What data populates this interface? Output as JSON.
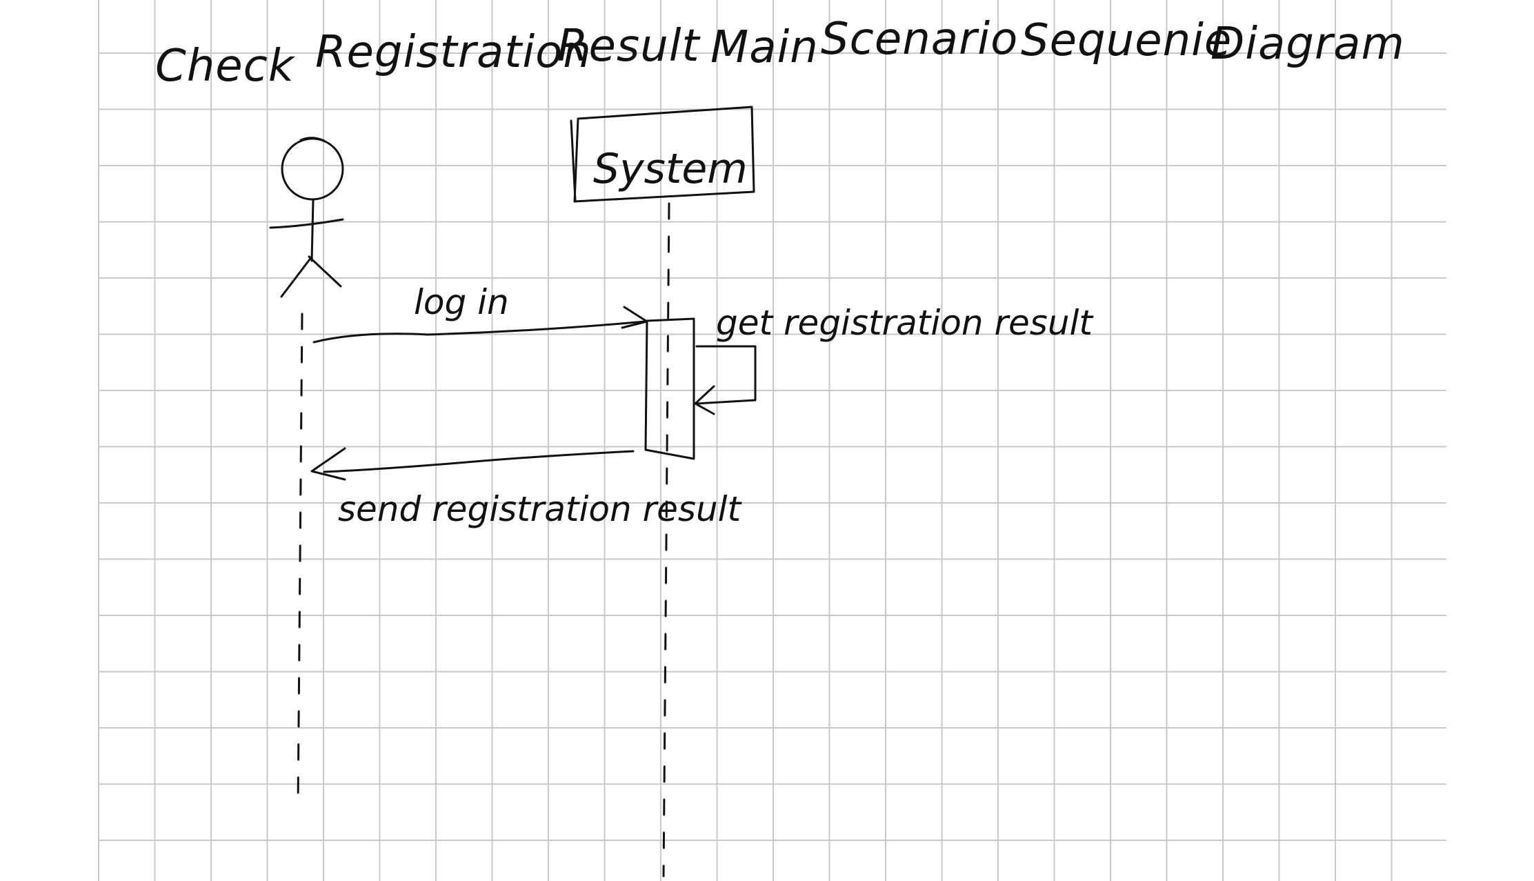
{
  "diagram": {
    "title_words": [
      "Check",
      "Registration",
      "Result",
      "Main",
      "Scenario",
      "Sequenie",
      "Diagram"
    ],
    "lifelines": {
      "actor": {
        "name": ""
      },
      "system": {
        "name": "System"
      }
    },
    "messages": [
      {
        "label": "log in",
        "from": "actor",
        "to": "system"
      },
      {
        "label": "get registration result",
        "from": "system",
        "to": "system"
      },
      {
        "label": "send registration result",
        "from": "system",
        "to": "actor"
      }
    ]
  },
  "colors": {
    "ink": "#111111",
    "grid": "#c8c8c8",
    "paper": "#ffffff"
  }
}
